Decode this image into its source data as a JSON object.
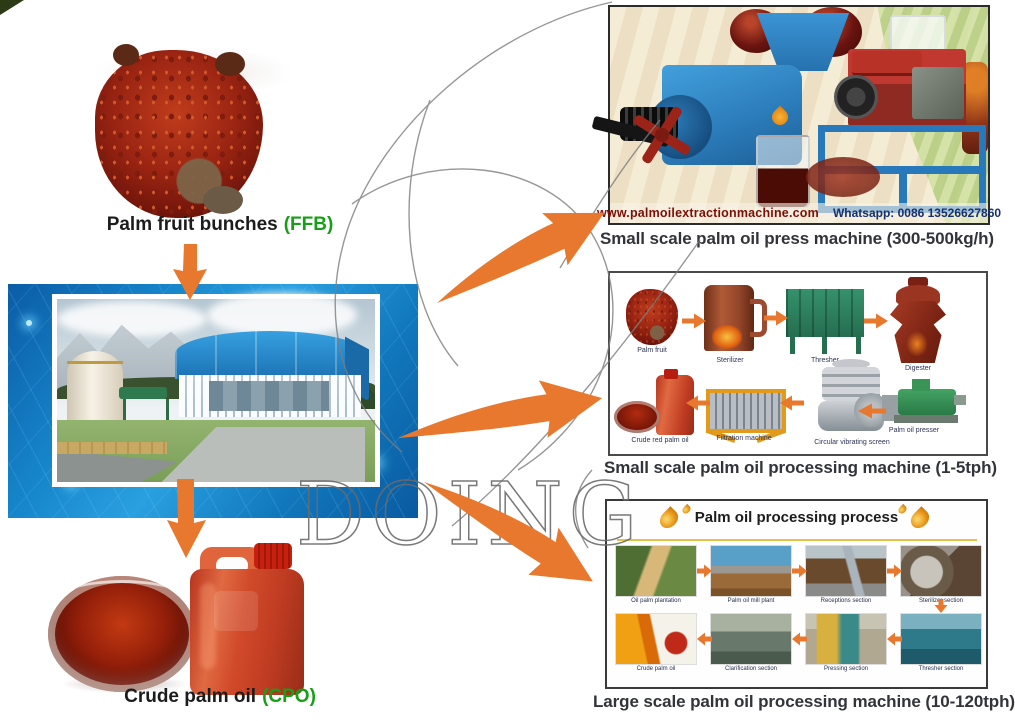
{
  "ffb": {
    "label": "Palm fruit bunches",
    "tag": "(FFB)"
  },
  "cpo": {
    "label": "Crude palm oil",
    "tag": "(CPO)"
  },
  "press_panel": {
    "website": "www.palmoilextractionmachine.com",
    "whatsapp": "Whatsapp: 0086 13526627860",
    "caption": "Small scale palm oil press machine (300-500kg/h)"
  },
  "small_panel": {
    "caption": "Small scale palm oil processing machine (1-5tph)",
    "top_row": [
      "Palm fruit",
      "Sterilizer",
      "Thresher",
      "Digester"
    ],
    "bottom_row": [
      "Crude red palm oil",
      "Filtration machine",
      "Circular vibrating screen",
      "Palm oil presser"
    ]
  },
  "large_panel": {
    "header": "Palm oil processing process",
    "caption": "Large scale palm oil processing machine (10-120tph)",
    "row1": [
      "Oil palm plantation",
      "Palm oil mill plant",
      "Receptions section",
      "Sterilizer section"
    ],
    "row2": [
      "Crude palm oil",
      "Clarification section",
      "Pressing section",
      "Thresher section"
    ]
  },
  "watermark": "DOING",
  "colors": {
    "arrow": "#e8782e",
    "highlight_green": "#17a017",
    "caption_text": "#32343a"
  }
}
